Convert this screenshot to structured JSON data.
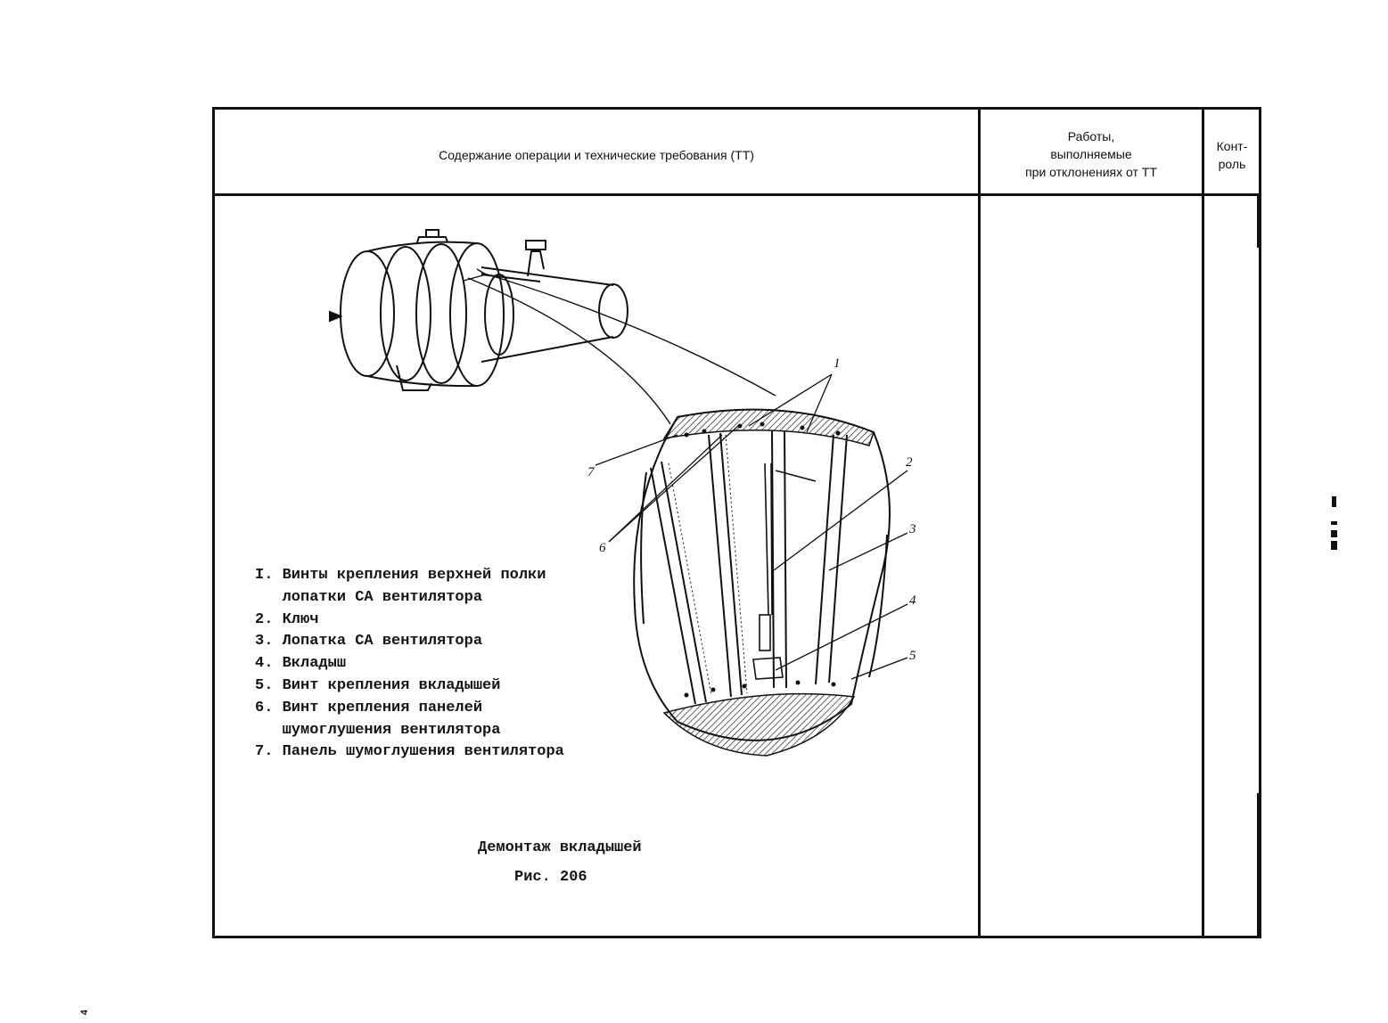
{
  "header": {
    "operation_content": "Содержание операции и технические требования (ТТ)",
    "deviation_works": [
      "Работы,",
      "выполняемые",
      "при отклонениях от ТТ"
    ],
    "control": [
      "Конт-",
      "роль"
    ]
  },
  "legend": [
    "I. Винты крепления верхней полки",
    "   лопатки СА вентилятора",
    "2. Ключ",
    "3. Лопатка СА вентилятора",
    "4. Вкладыш",
    "5. Винт крепления вкладышей",
    "6. Винт крепления панелей",
    "   шумоглушения вентилятора",
    "7. Панель шумоглушения вентилятора"
  ],
  "callouts": [
    "1",
    "2",
    "3",
    "4",
    "5",
    "6",
    "7"
  ],
  "caption": {
    "title": "Демонтаж вкладышей",
    "figure": "Рис. 206"
  },
  "margin_marks": [
    "4"
  ]
}
